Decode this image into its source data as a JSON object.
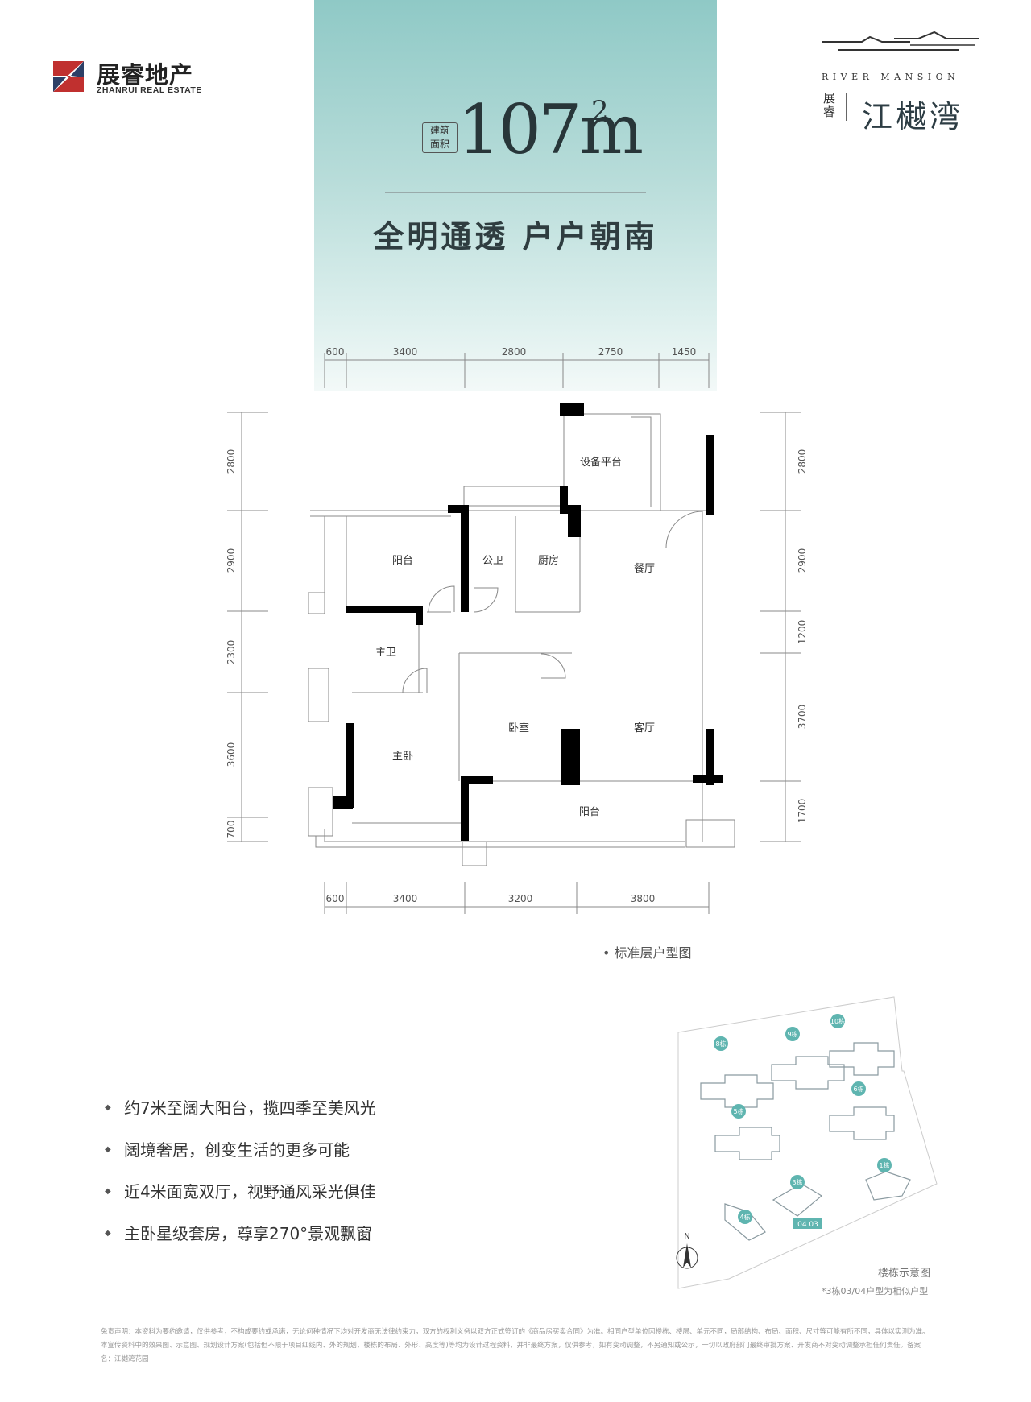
{
  "brand": {
    "developer_cn": "展睿地产",
    "developer_en": "ZHANRUI REAL ESTATE",
    "project_en": "RIVER MANSION",
    "project_prefix": "展睿",
    "project_cn": "江樾湾"
  },
  "headline": {
    "area_label": "建筑面积",
    "area_value": "107m",
    "area_sup": "2",
    "slogan": "全明通透  户户朝南"
  },
  "plan": {
    "caption": "• 标准层户型图",
    "top_dims": [
      "600",
      "3400",
      "2800",
      "2750",
      "1450"
    ],
    "bottom_dims": [
      "600",
      "3400",
      "3200",
      "3800"
    ],
    "left_dims": [
      "2800",
      "2900",
      "2300",
      "3600",
      "700"
    ],
    "right_dims": [
      "2800",
      "2900",
      "1200",
      "3700",
      "1700"
    ],
    "rooms": {
      "equipment": "设备平台",
      "balcony_n": "阳台",
      "public_bath": "公卫",
      "kitchen": "厨房",
      "dining": "餐厅",
      "master_bath": "主卫",
      "bedroom": "卧室",
      "living": "客厅",
      "master_bed": "主卧",
      "balcony_s": "阳台"
    }
  },
  "features": [
    "约7米至阔大阳台，揽四季至美风光",
    "阔境奢居，创变生活的更多可能",
    "近4米面宽双厅，视野通风采光俱佳",
    "主卧星级套房，尊享270°景观飘窗"
  ],
  "site": {
    "buildings": [
      "8栋",
      "9栋",
      "10栋",
      "6栋",
      "5栋",
      "3栋",
      "1栋",
      "4栋"
    ],
    "unit_tag": "04 03",
    "north": "N",
    "caption": "楼栋示意图",
    "note": "*3栋03/04户型为相似户型"
  },
  "disclaimer": "免责声明：本资料为要约邀请，仅供参考，不构成要约或承诺，无论何种情况下均对开发商无法律约束力，双方的权利义务以双方正式签订的《商品房买卖合同》为准。相同户型单位因楼栋、楼层、单元不同，局部结构、布局、面积、尺寸等可能有所不同，具体以实测为准。本宣传资料中的效果图、示意图、规划设计方案(包括但不限于项目红线内、外的规划，楼栋的布局、外形、高度等)等均为设计过程资料，并非最终方案，仅供参考，如有变动调整，不另通知或公示，一切以政府部门最终审批方案、开发商不对变动调整承担任何责任。备案名：江樾湾花园",
  "colors": {
    "band_top": "#8fc9c6",
    "band_bottom": "#f3f9f8",
    "accent": "#5fb5b0",
    "wall": "#000000"
  }
}
